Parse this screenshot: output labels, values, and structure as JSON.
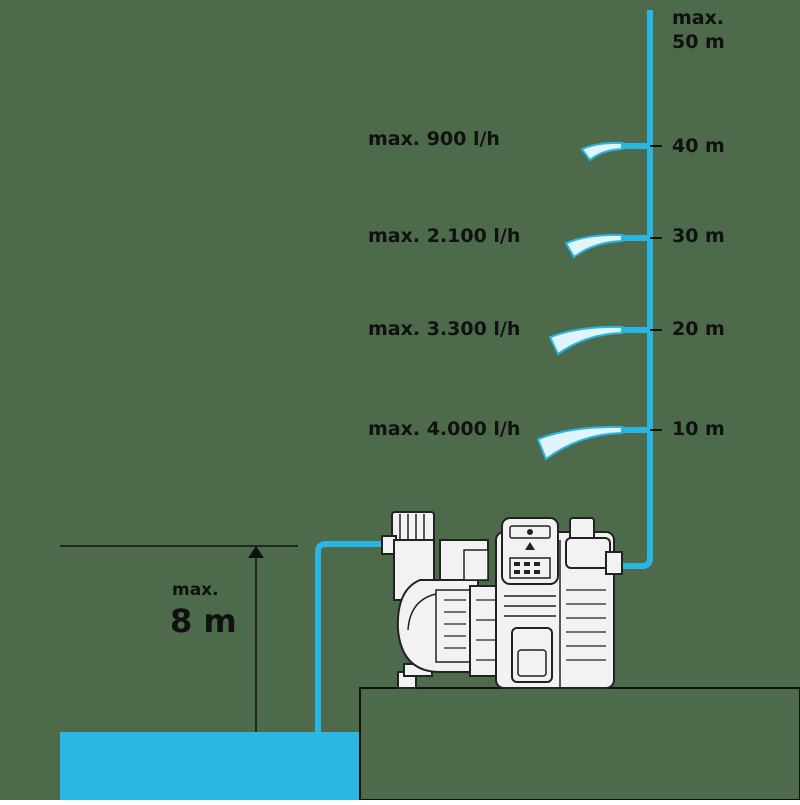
{
  "colors": {
    "background": "#4d6a4b",
    "water": "#2bb6e3",
    "pipe": "#29b6e4",
    "line": "#111111",
    "pump_body": "#f2f2f2",
    "pump_outline": "#222222",
    "ground": "#4d6a4b"
  },
  "pipe_top_label": {
    "line1": "max.",
    "line2": "50 m"
  },
  "levels": [
    {
      "height": "40 m",
      "flow": "max. 900 l/h"
    },
    {
      "height": "30 m",
      "flow": "max. 2.100 l/h"
    },
    {
      "height": "20 m",
      "flow": "max. 3.300 l/h"
    },
    {
      "height": "10 m",
      "flow": "max. 4.000 l/h"
    }
  ],
  "suction_depth": {
    "prefix": "max.",
    "value": "8 m"
  },
  "icons": {
    "pump": "garden-pump-icon",
    "arrow": "up-arrow-icon",
    "water": "water-body-icon"
  }
}
